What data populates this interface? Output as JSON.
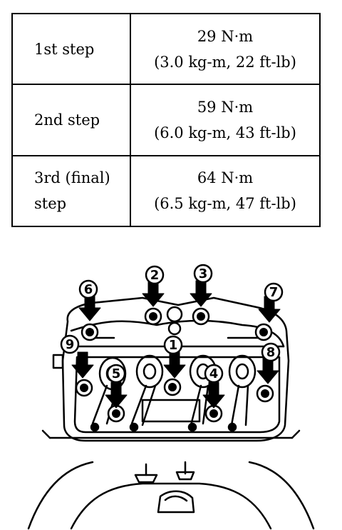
{
  "table": {
    "rows": [
      {
        "step": "1st step",
        "value": "29 N·m",
        "value_alt": "(3.0 kg-m, 22 ft-lb)"
      },
      {
        "step": "2nd step",
        "value": "59 N·m",
        "value_alt": "(6.0 kg-m, 43 ft-lb)"
      },
      {
        "step_line1": "3rd (final)",
        "step_line2": "step",
        "value": "64 N·m",
        "value_alt": "(6.5 kg-m, 47 ft-lb)"
      }
    ]
  },
  "bolt_sequence": {
    "b1": "1",
    "b2": "2",
    "b3": "3",
    "b4": "4",
    "b5": "5",
    "b6": "6",
    "b7": "7",
    "b8": "8",
    "b9": "9"
  }
}
